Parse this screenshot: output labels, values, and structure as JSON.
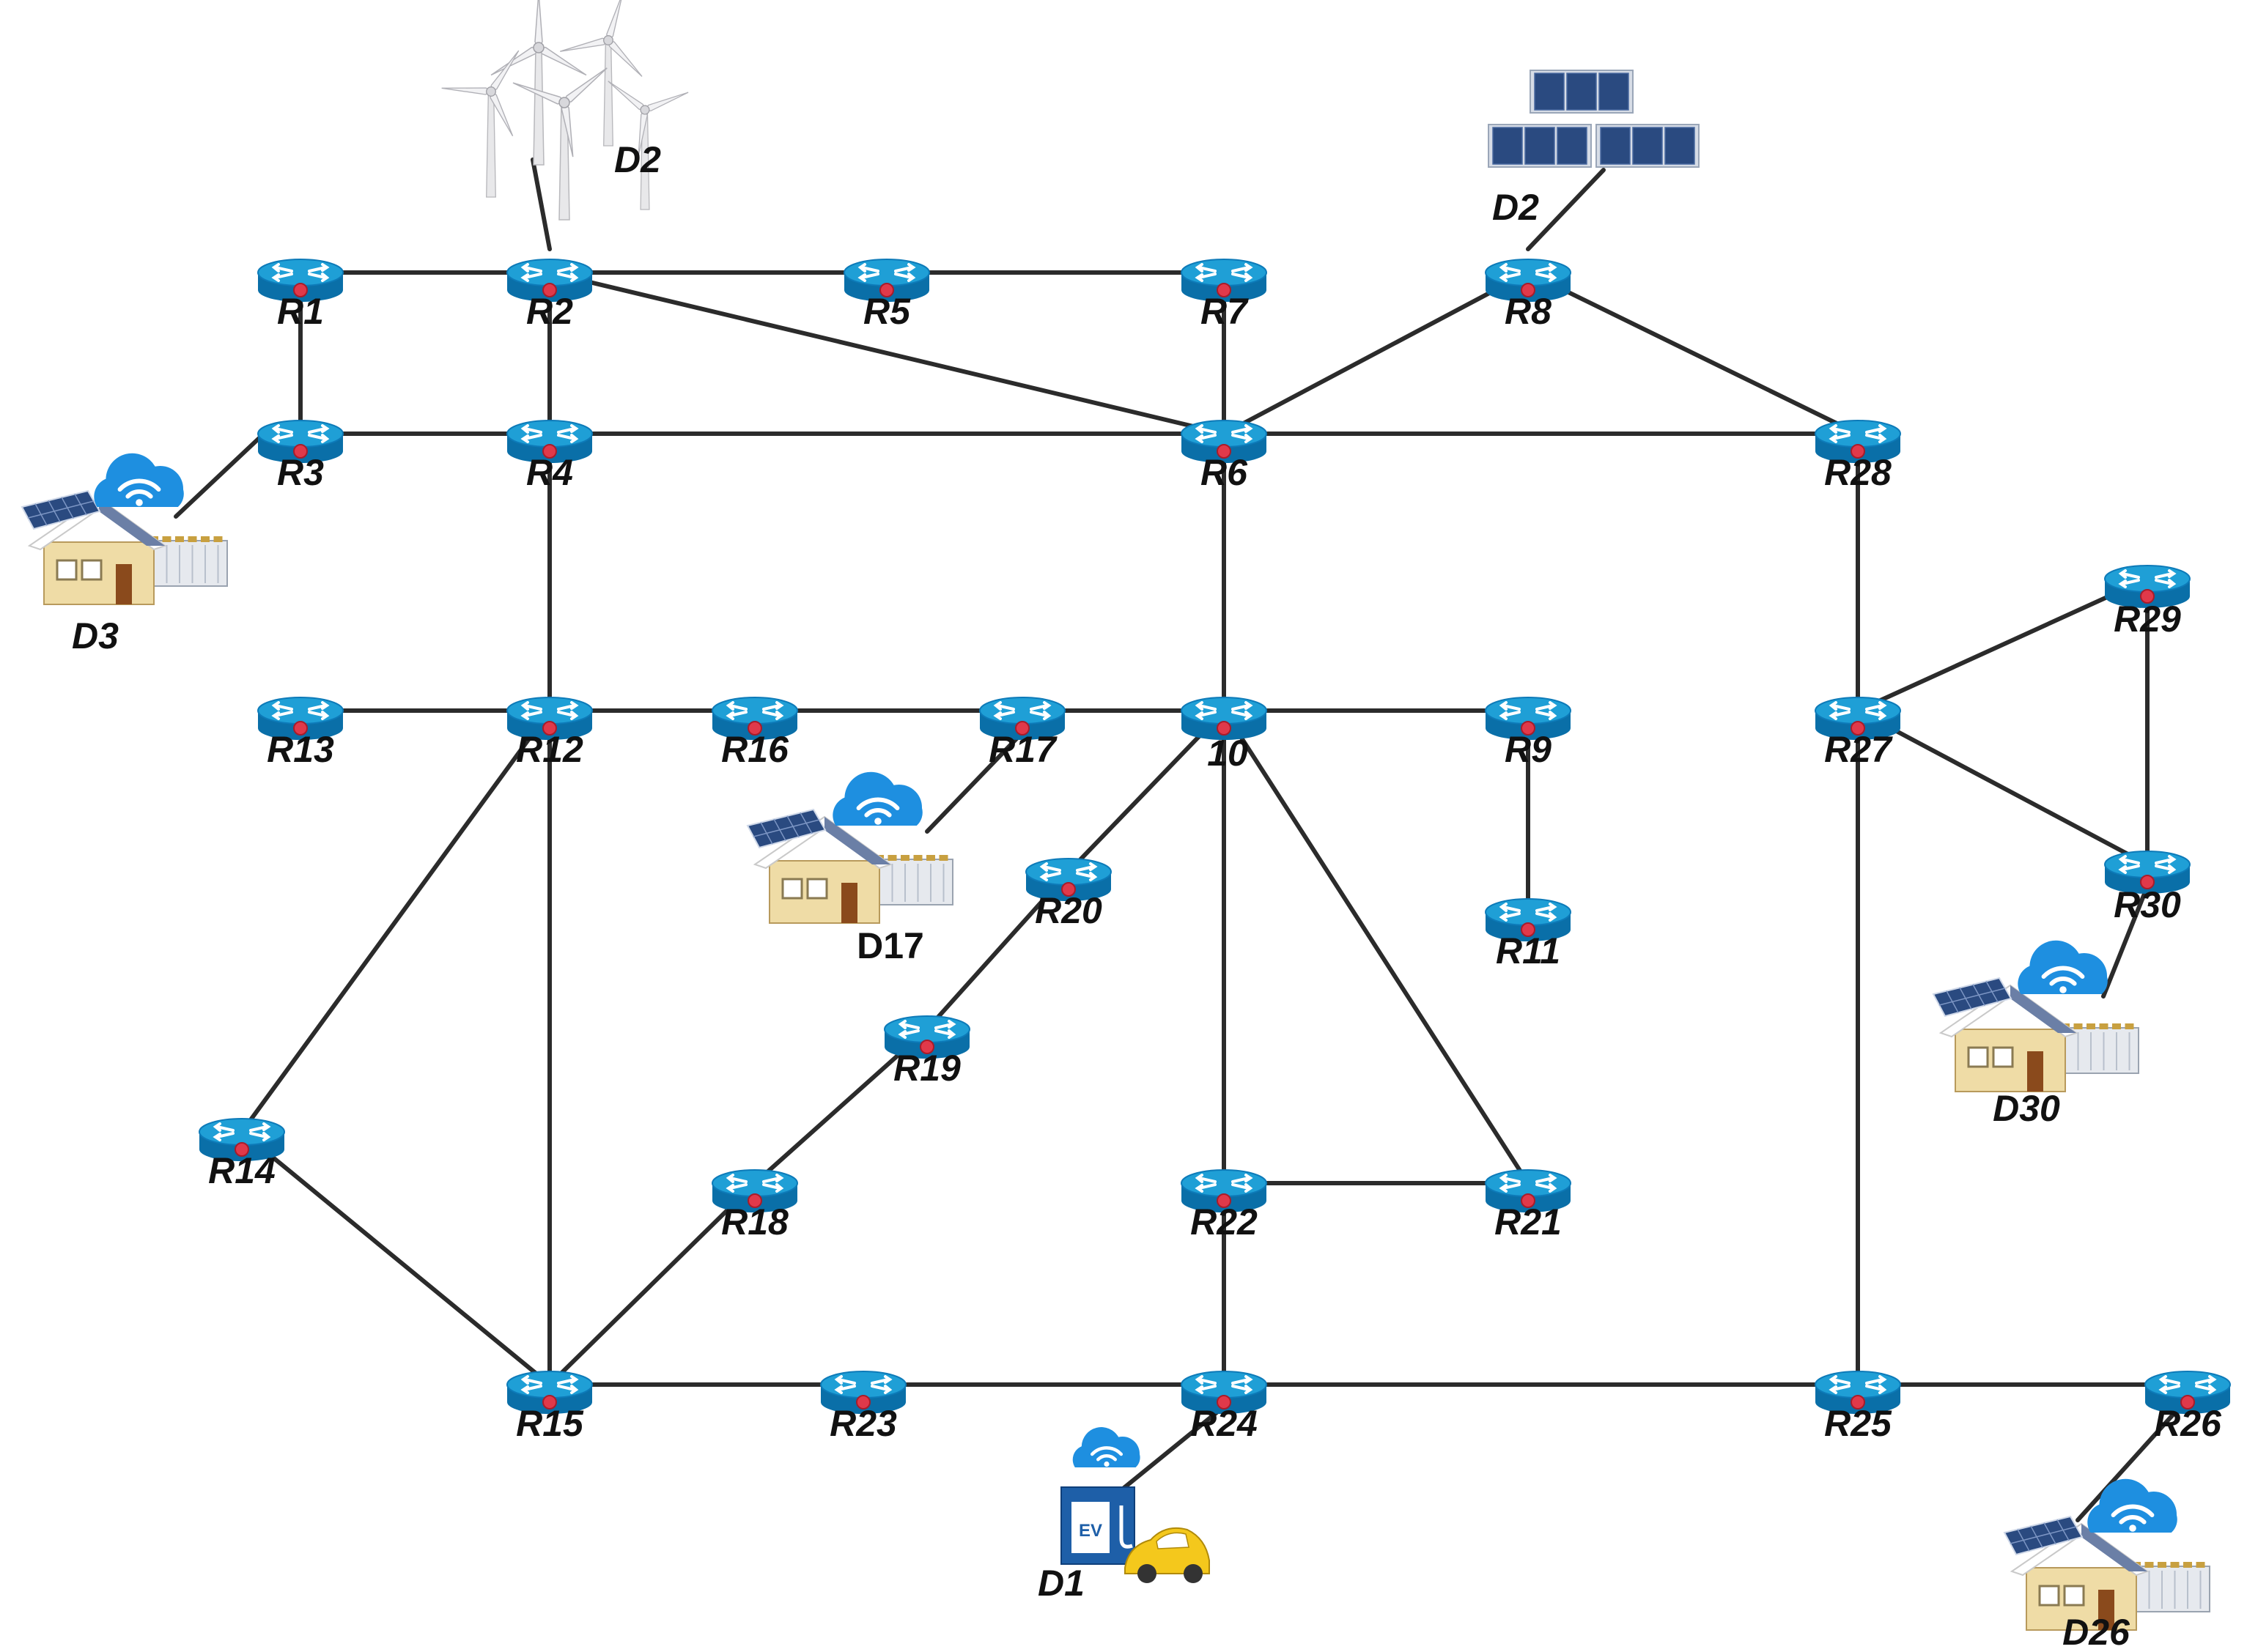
{
  "colors": {
    "router_top": "#1f9fd6",
    "router_side": "#0a6fa8",
    "router_dot": "#e0394a",
    "link": "#2b2b2b",
    "cloud": "#1e8fe0",
    "house_wall": "#efdca6",
    "roof": "#6b7fa6",
    "panel": "#2a4a80",
    "car": "#f4c81c",
    "ev_station": "#1e5fa8"
  },
  "routers": [
    {
      "id": "R1",
      "label": "R1"
    },
    {
      "id": "R2",
      "label": "R2"
    },
    {
      "id": "R3",
      "label": "R3"
    },
    {
      "id": "R4",
      "label": "R4"
    },
    {
      "id": "R5",
      "label": "R5"
    },
    {
      "id": "R6",
      "label": "R6"
    },
    {
      "id": "R7",
      "label": "R7"
    },
    {
      "id": "R8",
      "label": "R8"
    },
    {
      "id": "R9",
      "label": "R9"
    },
    {
      "id": "R10",
      "label": "10"
    },
    {
      "id": "R11",
      "label": "R11"
    },
    {
      "id": "R12",
      "label": "R12"
    },
    {
      "id": "R13",
      "label": "R13"
    },
    {
      "id": "R14",
      "label": "R14"
    },
    {
      "id": "R15",
      "label": "R15"
    },
    {
      "id": "R16",
      "label": "R16"
    },
    {
      "id": "R17",
      "label": "R17"
    },
    {
      "id": "R18",
      "label": "R18"
    },
    {
      "id": "R19",
      "label": "R19"
    },
    {
      "id": "R20",
      "label": "R20"
    },
    {
      "id": "R21",
      "label": "R21"
    },
    {
      "id": "R22",
      "label": "R22"
    },
    {
      "id": "R23",
      "label": "R23"
    },
    {
      "id": "R24",
      "label": "R24"
    },
    {
      "id": "R25",
      "label": "R25"
    },
    {
      "id": "R26",
      "label": "R26"
    },
    {
      "id": "R27",
      "label": "R27"
    },
    {
      "id": "R28",
      "label": "R28"
    },
    {
      "id": "R29",
      "label": "R29"
    },
    {
      "id": "R30",
      "label": "R30"
    }
  ],
  "links": [
    [
      "R1",
      "R2"
    ],
    [
      "R1",
      "R3"
    ],
    [
      "R2",
      "R5"
    ],
    [
      "R5",
      "R7"
    ],
    [
      "R2",
      "R4"
    ],
    [
      "R2",
      "R6"
    ],
    [
      "R3",
      "R4"
    ],
    [
      "R4",
      "R6"
    ],
    [
      "R7",
      "R6"
    ],
    [
      "R6",
      "R8"
    ],
    [
      "R8",
      "R28"
    ],
    [
      "R6",
      "R28"
    ],
    [
      "R4",
      "R12"
    ],
    [
      "R6",
      "R10"
    ],
    [
      "R13",
      "R12"
    ],
    [
      "R12",
      "R16"
    ],
    [
      "R16",
      "R17"
    ],
    [
      "R17",
      "R10"
    ],
    [
      "R10",
      "R9"
    ],
    [
      "R9",
      "R11"
    ],
    [
      "R10",
      "R20"
    ],
    [
      "R20",
      "R19"
    ],
    [
      "R19",
      "R18"
    ],
    [
      "R18",
      "R15"
    ],
    [
      "R10",
      "R22"
    ],
    [
      "R10",
      "R21"
    ],
    [
      "R22",
      "R21"
    ],
    [
      "R12",
      "R14"
    ],
    [
      "R12",
      "R15"
    ],
    [
      "R14",
      "R15"
    ],
    [
      "R15",
      "R23"
    ],
    [
      "R23",
      "R24"
    ],
    [
      "R22",
      "R24"
    ],
    [
      "R24",
      "R25"
    ],
    [
      "R25",
      "R26"
    ],
    [
      "R28",
      "R27"
    ],
    [
      "R27",
      "R25"
    ],
    [
      "R27",
      "R29"
    ],
    [
      "R27",
      "R30"
    ],
    [
      "R29",
      "R30"
    ]
  ],
  "devices": [
    {
      "id": "wind",
      "kind": "wind-turbines",
      "label": "D2",
      "router": "R2"
    },
    {
      "id": "solar",
      "kind": "solar-panels",
      "label": "D2",
      "router": "R8"
    },
    {
      "id": "D3",
      "kind": "smart-home",
      "label": "D3",
      "router": "R3"
    },
    {
      "id": "D17",
      "kind": "smart-home",
      "label": "D17",
      "router": "R17"
    },
    {
      "id": "D30",
      "kind": "smart-home",
      "label": "D30",
      "router": "R30"
    },
    {
      "id": "D26",
      "kind": "smart-home",
      "label": "D26",
      "router": "R26"
    },
    {
      "id": "D1",
      "kind": "ev-charger",
      "label": "D1",
      "router": "R24"
    }
  ]
}
